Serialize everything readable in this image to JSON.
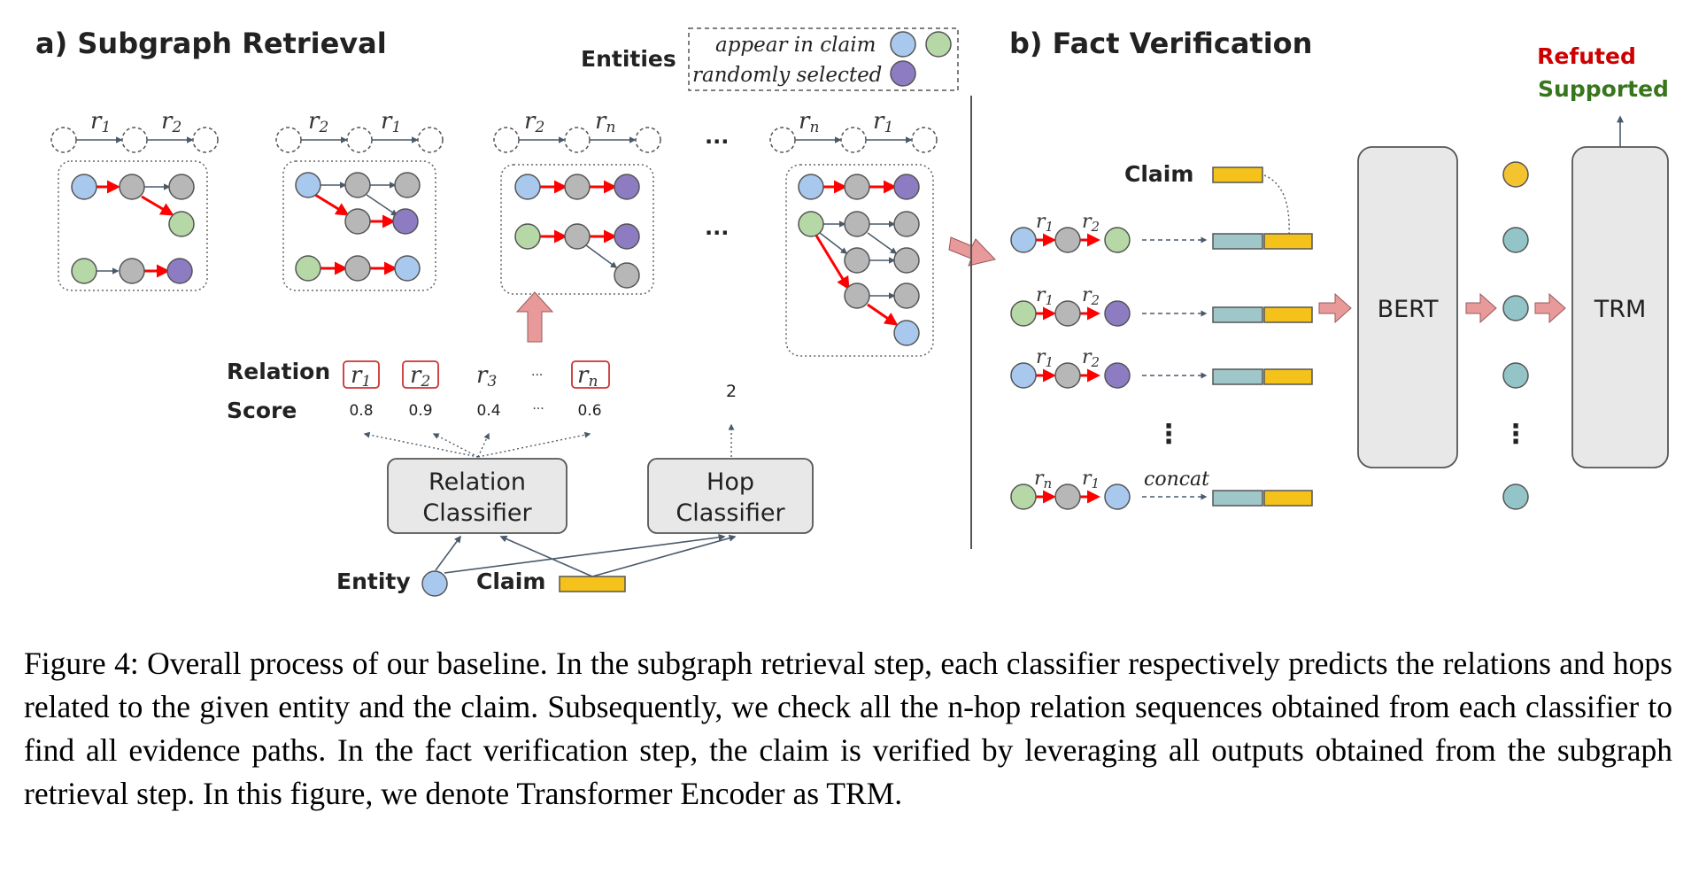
{
  "panels": {
    "a_title": "a) Subgraph Retrieval",
    "b_title": "b) Fact Verification"
  },
  "legend": {
    "entities_label": "Entities",
    "appear_in_claim": "appear in claim",
    "randomly_selected": "randomly selected"
  },
  "relation_labels": {
    "r1": "r",
    "r1_sub": "1",
    "r2": "r",
    "r2_sub": "2",
    "r3": "r",
    "r3_sub": "3",
    "rn": "r",
    "rn_sub": "n",
    "ellipsis": "...",
    "small_ellipsis": "···"
  },
  "retrieval": {
    "relation_row_label": "Relation",
    "score_row_label": "Score",
    "scores": [
      "0.8",
      "0.9",
      "0.4",
      "···",
      "0.6"
    ],
    "hop_output": "2",
    "relation_classifier": [
      "Relation",
      "Classifier"
    ],
    "hop_classifier": [
      "Hop",
      "Classifier"
    ],
    "entity_label": "Entity",
    "claim_label": "Claim"
  },
  "verification": {
    "claim_label": "Claim",
    "concat_label": "concat",
    "bert_label": "BERT",
    "trm_label": "TRM",
    "refuted": "Refuted",
    "supported": "Supported",
    "vdots": "⋮"
  },
  "colors": {
    "blue_node": "#a8c8ee",
    "green_node": "#b5d8a6",
    "purple_node": "#8e7cc3",
    "gray_node": "#b7b7b7",
    "yellow_node": "#f4c430",
    "teal_node": "#93c4c7",
    "claim_bar": "#f5c21b",
    "concat_bar": "#9fc6c8",
    "red_arrow": "#ff0000",
    "pink_arrow": "#e89999",
    "refuted": "#cc0000",
    "supported": "#38761d"
  },
  "caption": "Figure 4: Overall process of our baseline. In the subgraph retrieval step, each classifier respectively predicts the relations and hops related to the given entity and the claim. Subsequently, we check all the n-hop relation sequences obtained from each classifier to find all evidence paths. In the fact verification step, the claim is verified by leveraging all outputs obtained from the subgraph retrieval step. In this figure, we denote Transformer Encoder as TRM."
}
